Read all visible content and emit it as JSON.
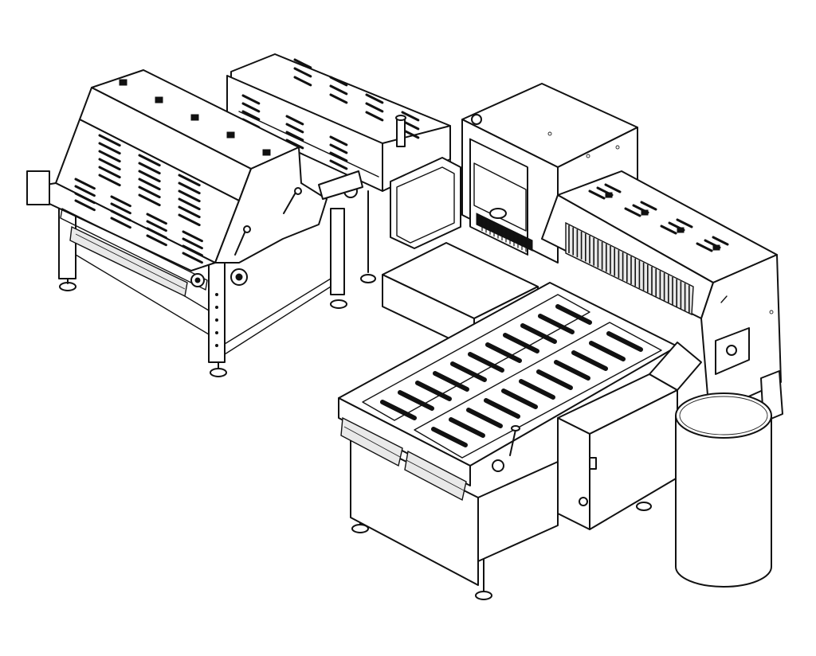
{
  "colors": {
    "line": "#111111",
    "fill": "#ffffff",
    "background": "#ffffff"
  },
  "components": [
    "left-sheeter-unit",
    "rear-press-unit",
    "rear-cabinet",
    "right-oven-unit",
    "front-output-conveyor",
    "control-box",
    "collection-bin"
  ]
}
